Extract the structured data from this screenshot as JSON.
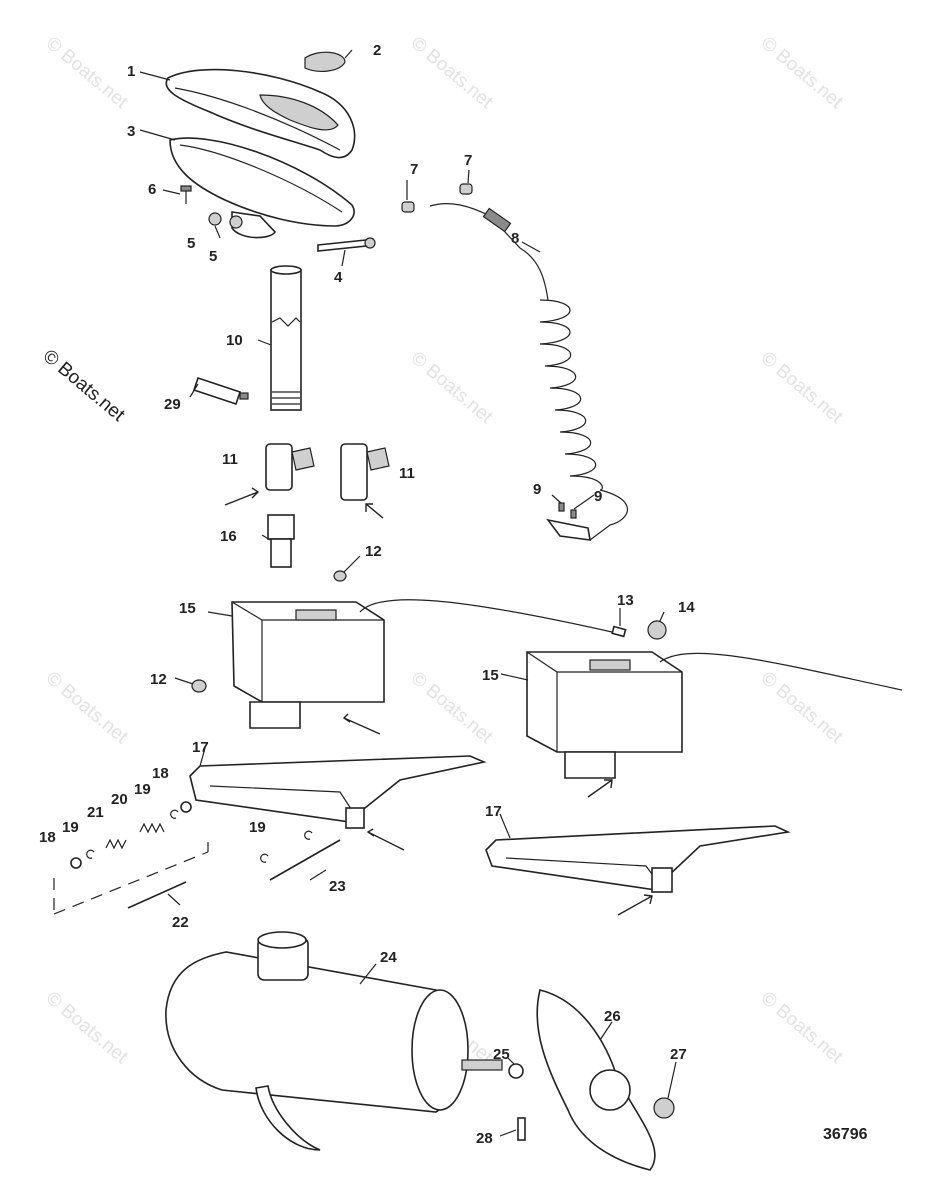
{
  "diagram_number": "36796",
  "copyright_text": "© Boats.net",
  "watermark_text": "© Boats.net",
  "callouts": [
    "1",
    "2",
    "3",
    "4",
    "5",
    "5",
    "6",
    "7",
    "7",
    "8",
    "9",
    "9",
    "10",
    "11",
    "11",
    "12",
    "12",
    "13",
    "14",
    "15",
    "15",
    "16",
    "17",
    "17",
    "18",
    "18",
    "19",
    "19",
    "19",
    "20",
    "21",
    "22",
    "23",
    "24",
    "25",
    "26",
    "27",
    "28",
    "29"
  ]
}
